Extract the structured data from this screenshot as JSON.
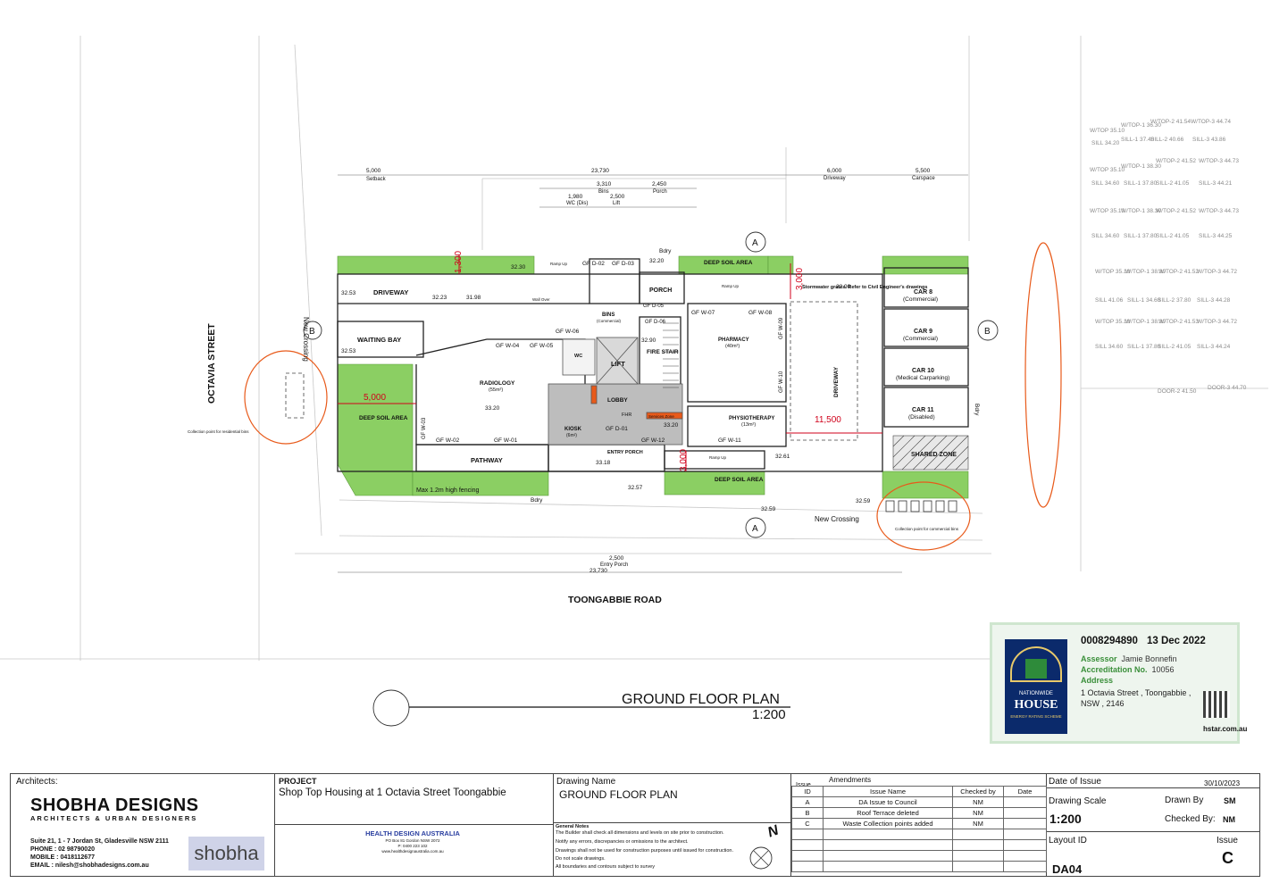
{
  "plan": {
    "title": "GROUND FLOOR PLAN",
    "scale": "1:200",
    "streets": {
      "south": "TOONGABBIE ROAD",
      "west": "OCTAVIA STREET"
    },
    "section_markers": [
      "A",
      "B"
    ],
    "rooms": {
      "driveway_top": "DRIVEWAY",
      "waiting_bay": "WAITING BAY",
      "radiology": "RADIOLOGY",
      "radiology_area": "(55m²)",
      "pharmacy": "PHARMACY",
      "pharmacy_area": "(40m²)",
      "physiotherapy": "PHYSIOTHERAPY",
      "physiotherapy_area": "(13m²)",
      "lift": "LIFT",
      "lobby": "LOBBY",
      "kiosk": "KIOSK",
      "kiosk_area": "(6m²)",
      "fire_stair": "FIRE STAIR",
      "porch": "PORCH",
      "bins": "BINS",
      "bins_sub": "(Commercial)",
      "wc": "WC",
      "entry_porch": "ENTRY PORCH",
      "pathway": "PATHWAY",
      "deep_soil_1": "DEEP SOIL AREA",
      "deep_soil_2": "DEEP SOIL AREA",
      "deep_soil_3": "DEEP SOIL AREA",
      "deep_soil_4": "DEEP SOIL AREA",
      "shared_zone": "SHARED ZONE",
      "driveway_side": "DRIVEWAY",
      "services": "Services Zone",
      "fhr": "FHR"
    },
    "cars": [
      {
        "name": "CAR 8",
        "type": "(Commercial)"
      },
      {
        "name": "CAR 9",
        "type": "(Commercial)"
      },
      {
        "name": "CAR 10",
        "type": "(Medical Carparking)"
      },
      {
        "name": "CAR 11",
        "type": "(Disabled)"
      }
    ],
    "windows": [
      "GF W-01",
      "GF W-02",
      "GF W-03",
      "GF W-04",
      "GF W-05",
      "GF W-06",
      "GF W-07",
      "GF W-08",
      "GF W-09",
      "GF W-10",
      "GF W-11",
      "GF W-12"
    ],
    "doors": [
      "GF D-01",
      "GF D-02",
      "GF D-03",
      "GF D-05",
      "GF D-06"
    ],
    "levels": [
      "32.30",
      "32.20",
      "32.53",
      "32.23",
      "31.98",
      "32.90",
      "32.53",
      "33.20",
      "33.20",
      "32.90",
      "33.18",
      "32.57",
      "32.61",
      "32.59",
      "32.59"
    ],
    "dimensions": {
      "setback": "5,000",
      "setback_label": "Setback",
      "overall_top": "23,730",
      "overall_bottom": "23,730",
      "driveway": "6,000",
      "driveway_label": "Driveway",
      "carspace": "5,500",
      "carspace_label": "Carspace",
      "red_1": "1,300",
      "red_2": "3,000",
      "red_3": "5,000",
      "red_4": "3,000",
      "red_5": "11,500",
      "entry_porch_dim": "2,500",
      "entry_porch_label": "Entry Porch",
      "bins_dim": "3,310",
      "bins_label": "Bins",
      "lift_dim": "2,500",
      "lift_label": "Lift",
      "porch_dim": "2,450",
      "porch_label": "Porch",
      "wc_dim": "1,980",
      "wc_label": "WC (Dis)"
    },
    "notes": {
      "stormwater": "Stormwater grates. Refer to Civil Engineer's drawings",
      "fencing": "Max 1.2m high fencing",
      "residential_bins": "Collection point for residential bins",
      "commercial_bins": "Collection point for commercial bins",
      "new_crossing_1": "New Crossing",
      "new_crossing_2": "New Crossing",
      "bdry": "Bdry",
      "ramp_up": "Ramp Up",
      "wall_over": "Wall Over",
      "crossing_label": "Crossing"
    }
  },
  "stamp": {
    "number": "0008294890",
    "date": "13 Dec 2022",
    "assessor_label": "Assessor",
    "assessor": "Jamie Bonnefin",
    "accreditation_label": "Accreditation No.",
    "accreditation": "10056",
    "address_label": "Address",
    "address": "1 Octavia Street , Toongabbie , NSW , 2146",
    "logo_top": "NATIONWIDE",
    "logo_main": "HOUSE",
    "logo_sub": "ENERGY RATING SCHEME",
    "site": "hstar.com.au"
  },
  "titleblock": {
    "architects_label": "Architects:",
    "firm": "SHOBHA DESIGNS",
    "firm_tag": "ARCHITECTS & URBAN DESIGNERS",
    "firm_address": "Suite 21, 1 - 7 Jordan St, Gladesville NSW 2111",
    "phone": "PHONE : 02 98790020",
    "mobile": "MOBILE : 0418112677",
    "email": "EMAIL : nilesh@shobhadesigns.com.au",
    "logo_word": "shobha",
    "project_label": "PROJECT",
    "project": "Shop Top Housing at 1 Octavia Street Toongabbie",
    "consultant": "HEALTH DESIGN AUSTRALIA",
    "consultant_addr1": "PO Box 81 Gordon NSW 2072",
    "consultant_addr2": "P: 0400 223 102",
    "consultant_addr3": "www.healthdesignaustralia.com.au",
    "drawing_name_label": "Drawing Name",
    "drawing_name": "GROUND FLOOR PLAN",
    "general_notes_label": "General Notes",
    "general_notes": [
      "The Builder shall check all dimensions and levels on site prior to construction.",
      "Notify any errors, discrepancies or omissions to the architect.",
      "Drawings shall not be used for construction purposes until issued for construction.",
      "Do not scale drawings.",
      "All boundaries and contours subject to survey"
    ],
    "north": "N",
    "amendments_label": "Amendments",
    "issue_label": "Issue",
    "amend_headers": [
      "ID",
      "Issue Name",
      "Checked by",
      "Date"
    ],
    "amendments": [
      {
        "id": "A",
        "name": "DA Issue to Council",
        "checked": "NM",
        "date": ""
      },
      {
        "id": "B",
        "name": "Roof Terrace deleted",
        "checked": "NM",
        "date": ""
      },
      {
        "id": "C",
        "name": "Waste Collection points added",
        "checked": "NM",
        "date": ""
      }
    ],
    "date_of_issue_label": "Date of Issue",
    "date_of_issue": "30/10/2023",
    "drawing_scale_label": "Drawing Scale",
    "drawing_scale": "1:200",
    "drawn_by_label": "Drawn By",
    "drawn_by": "SM",
    "checked_by_label": "Checked By:",
    "checked_by": "NM",
    "layout_id_label": "Layout ID",
    "layout_id": "DA04",
    "issue_no_label": "Issue",
    "issue_no": "C"
  },
  "colors": {
    "green": "#8bcf63",
    "grey_core": "#bdbdbd",
    "red": "#d0021b",
    "orange": "#e85a1a",
    "survey_grey": "#9a9a9a"
  }
}
